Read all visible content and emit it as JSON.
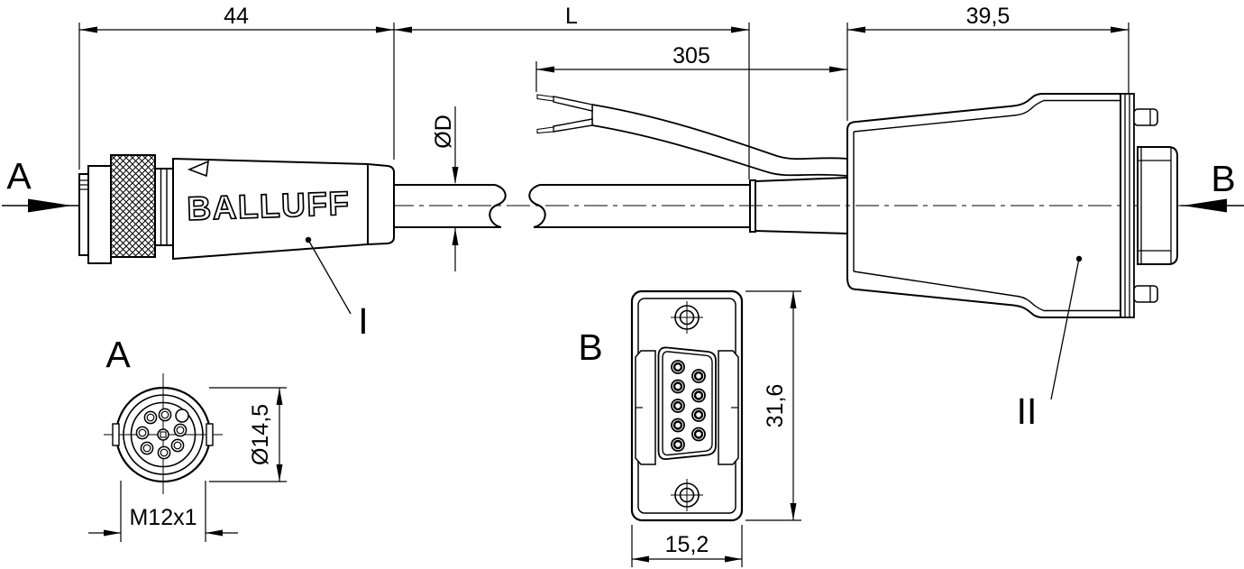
{
  "drawing": {
    "brand_logo": "BALLUFF",
    "colors": {
      "line": "#000000",
      "background": "#ffffff"
    },
    "dimensions": {
      "connector_a_length": "44",
      "cable_length": "L",
      "breakout_length": "305",
      "hood_length": "39,5",
      "cable_diameter": "ØD",
      "view_a_diameter": "Ø14,5",
      "view_a_thread": "M12x1",
      "view_b_height": "31,6",
      "view_b_width": "15,2"
    },
    "labels": {
      "end_a": "A",
      "end_b": "B",
      "view_a": "A",
      "view_b": "B",
      "callout_connector_a": "I",
      "callout_connector_b": "II"
    }
  }
}
